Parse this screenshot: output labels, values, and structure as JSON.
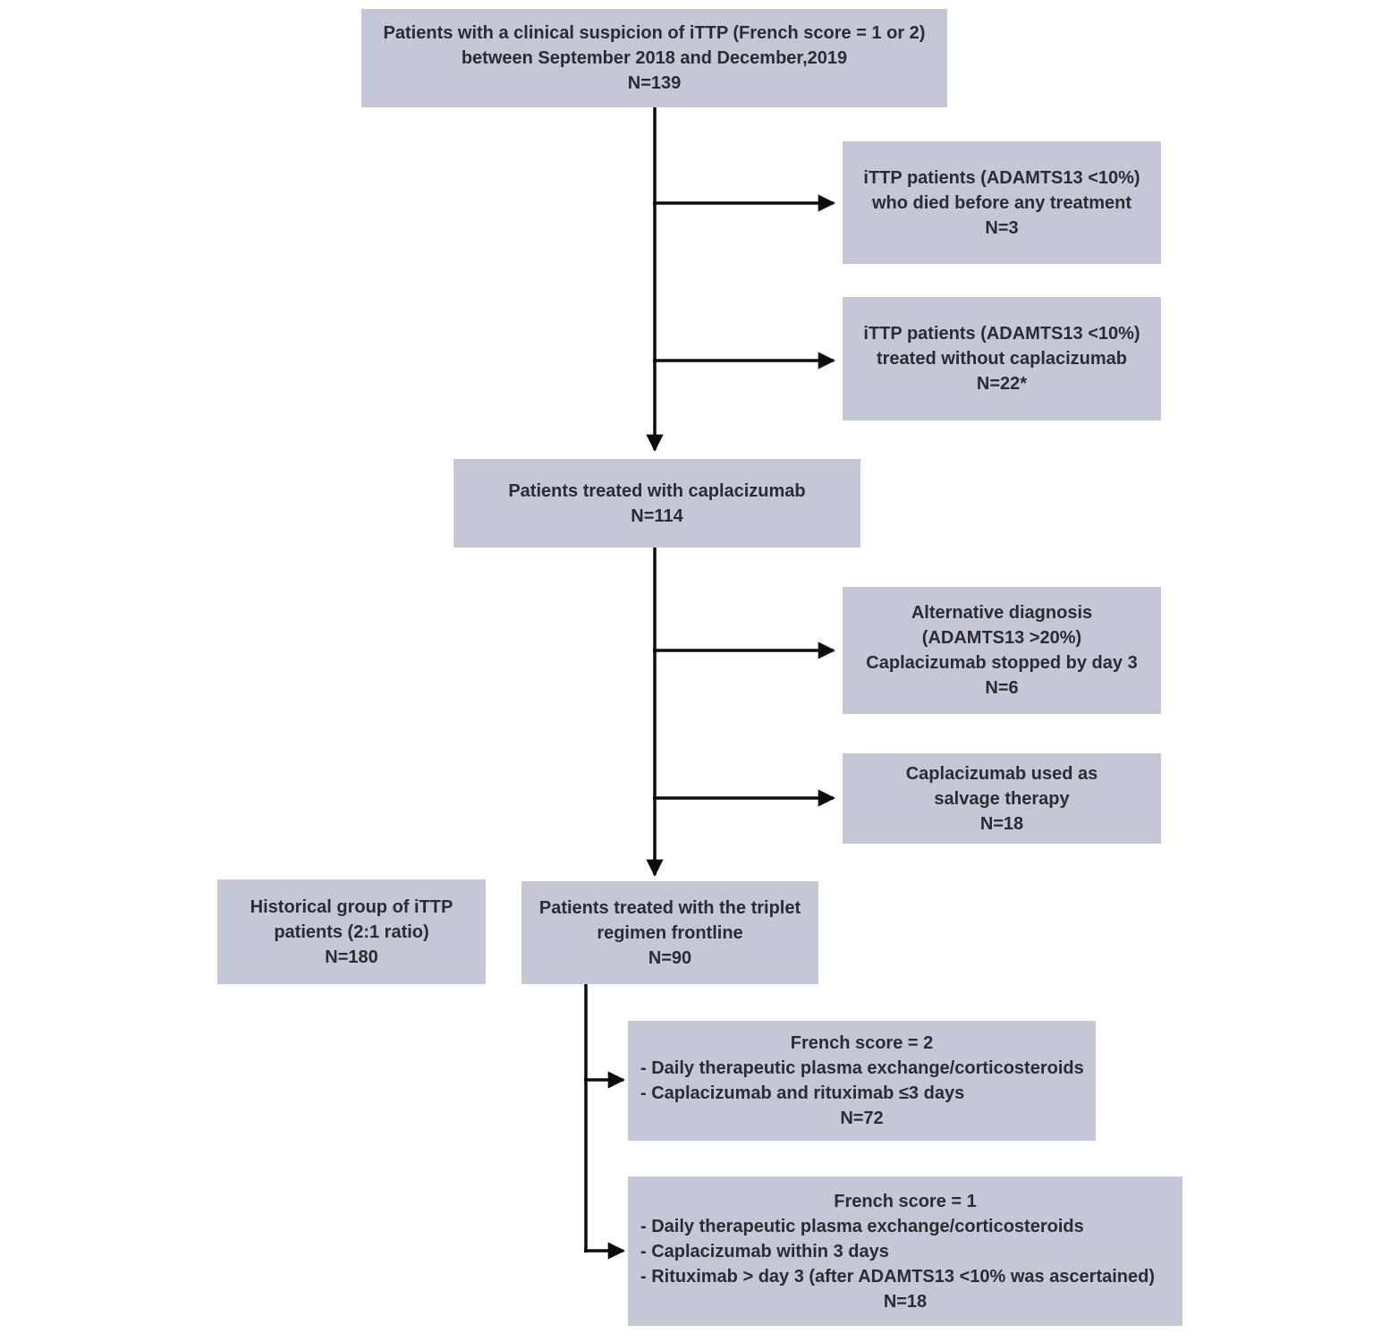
{
  "figure": {
    "type": "patient-flow-diagram",
    "colors": {
      "box_fill": "#c6c7d6",
      "text": "#2b2b33",
      "arrow": "#0d0d0d",
      "background": "#ffffff"
    },
    "boxes": [
      {
        "id": "clinical-suspicion",
        "n": "N=139",
        "lines": [
          "Patients with a clinical suspicion of iTTP (French score = 1 or 2)",
          "between September 2018 and December,2019",
          "N=139"
        ]
      },
      {
        "id": "died-before-treatment",
        "n": "N=3",
        "lines": [
          "iTTP patients (ADAMTS13 <10%)",
          "who died before any treatment",
          "N=3"
        ]
      },
      {
        "id": "treated-without-caplacizumab",
        "n": "N=22*",
        "lines": [
          "iTTP patients (ADAMTS13 <10%)",
          "treated without caplacizumab",
          "N=22*"
        ]
      },
      {
        "id": "treated-with-caplacizumab",
        "n": "N=114",
        "lines": [
          "Patients treated with caplacizumab",
          "N=114"
        ]
      },
      {
        "id": "alternative-diagnosis",
        "n": "N=6",
        "lines": [
          "Alternative diagnosis",
          "(ADAMTS13 >20%)",
          "Caplacizumab stopped by day 3",
          "N=6"
        ]
      },
      {
        "id": "salvage-therapy",
        "n": "N=18",
        "lines": [
          "Caplacizumab used as",
          "salvage therapy",
          "N=18"
        ]
      },
      {
        "id": "historical-group",
        "n": "N=180",
        "lines": [
          "Historical group of iTTP",
          "patients (2:1 ratio)",
          "N=180"
        ]
      },
      {
        "id": "triplet-regimen",
        "n": "N=90",
        "lines": [
          "Patients treated with the triplet",
          "regimen frontline",
          "N=90"
        ]
      },
      {
        "id": "french-score-2",
        "n": "N=72",
        "lines": [
          "French score = 2",
          "- Daily therapeutic plasma exchange/corticosteroids",
          "- Caplacizumab and rituximab ≤3 days",
          "N=72"
        ]
      },
      {
        "id": "french-score-1",
        "n": "N=18",
        "lines": [
          "French score = 1",
          "- Daily therapeutic plasma exchange/corticosteroids",
          "- Caplacizumab within 3 days",
          "- Rituximab > day 3 (after ADAMTS13 <10% was ascertained)",
          "N=18"
        ]
      }
    ]
  }
}
